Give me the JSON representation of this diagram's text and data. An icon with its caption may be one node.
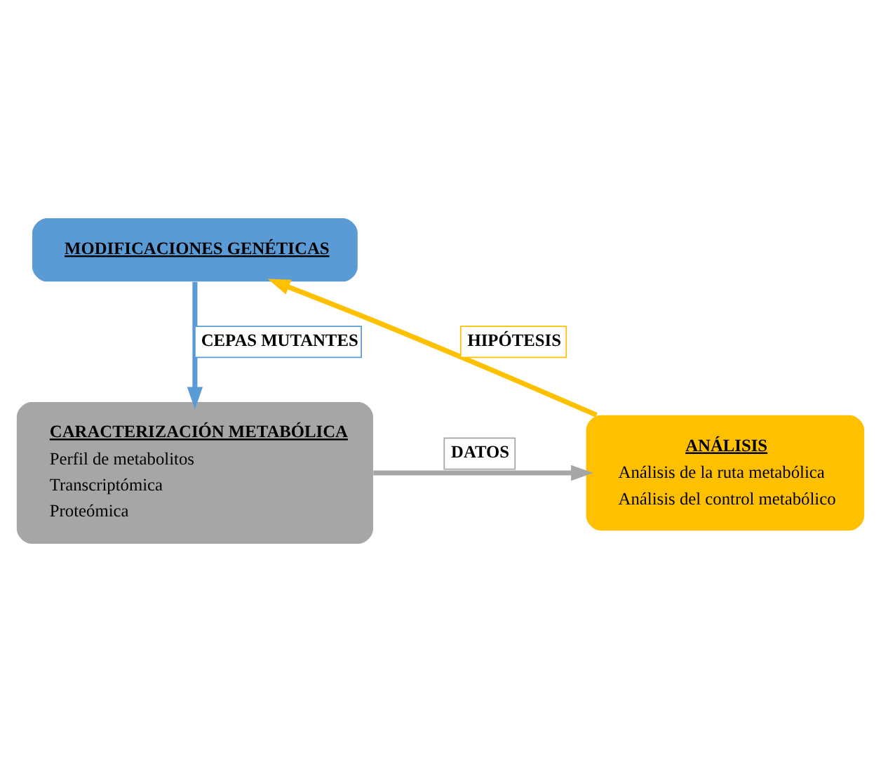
{
  "diagram": {
    "nodes": [
      {
        "text": [
          "MODIFICACIONES GENÉTICAS"
        ]
      },
      {
        "text": [
          "CARACTERIZACIÓN METABÓLICA",
          "Perfil de metabolitos",
          "Transcriptómica",
          "Proteómica"
        ]
      },
      {
        "text": [
          "ANÁLISIS",
          "Análisis de la ruta metabólica",
          "Análisis del control metabólico"
        ]
      }
    ],
    "edges": [
      {
        "from": 0,
        "to": 1,
        "arrow": "to",
        "label": "CEPAS MUTANTES",
        "color": "#5b9bd5"
      },
      {
        "from": 1,
        "to": 2,
        "arrow": "to",
        "label": "DATOS",
        "color": "#a6a6a6"
      },
      {
        "from": 2,
        "to": 0,
        "arrow": "to",
        "label": "HIPÓTESIS",
        "color": "#ffc000"
      }
    ]
  }
}
